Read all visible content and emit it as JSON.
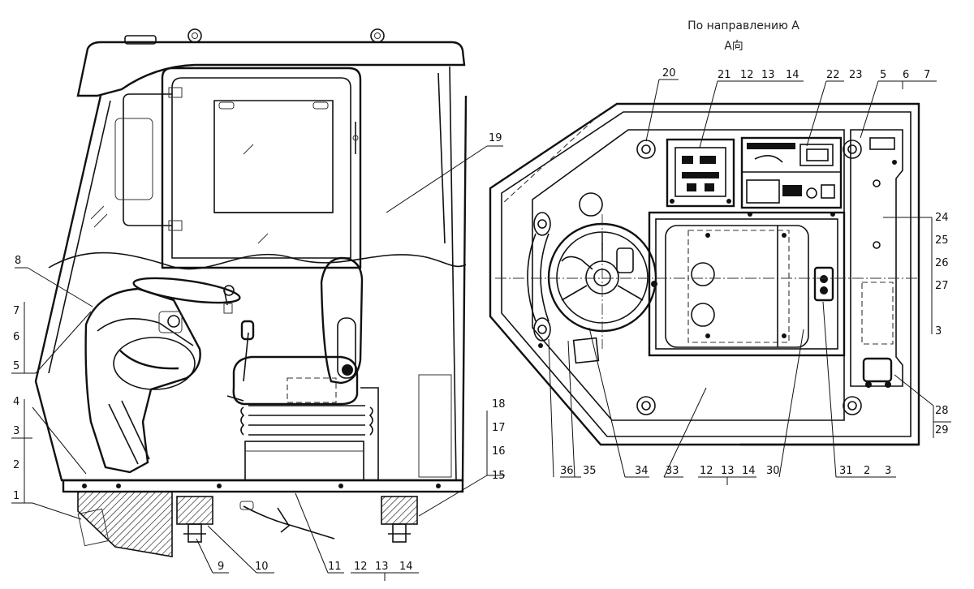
{
  "view": {
    "caption_ru": "По направлению А",
    "caption_zh": "A向"
  },
  "callouts": {
    "c1": "1",
    "c2": "2",
    "c3": "3",
    "c4": "4",
    "c5": "5",
    "c6": "6",
    "c7": "7",
    "c8": "8",
    "c9": "9",
    "c10": "10",
    "c11": "11",
    "c12": "12",
    "c13": "13",
    "c14": "14",
    "c15": "15",
    "c16": "16",
    "c17": "17",
    "c18": "18",
    "c19": "19",
    "c20": "20",
    "c21": "21",
    "c22": "22",
    "c23": "23",
    "c24": "24",
    "c25": "25",
    "c26": "26",
    "c27": "27",
    "c28": "28",
    "c29": "29",
    "c30": "30",
    "c31": "31",
    "c33": "33",
    "c34": "34",
    "c35": "35",
    "c36": "36"
  }
}
